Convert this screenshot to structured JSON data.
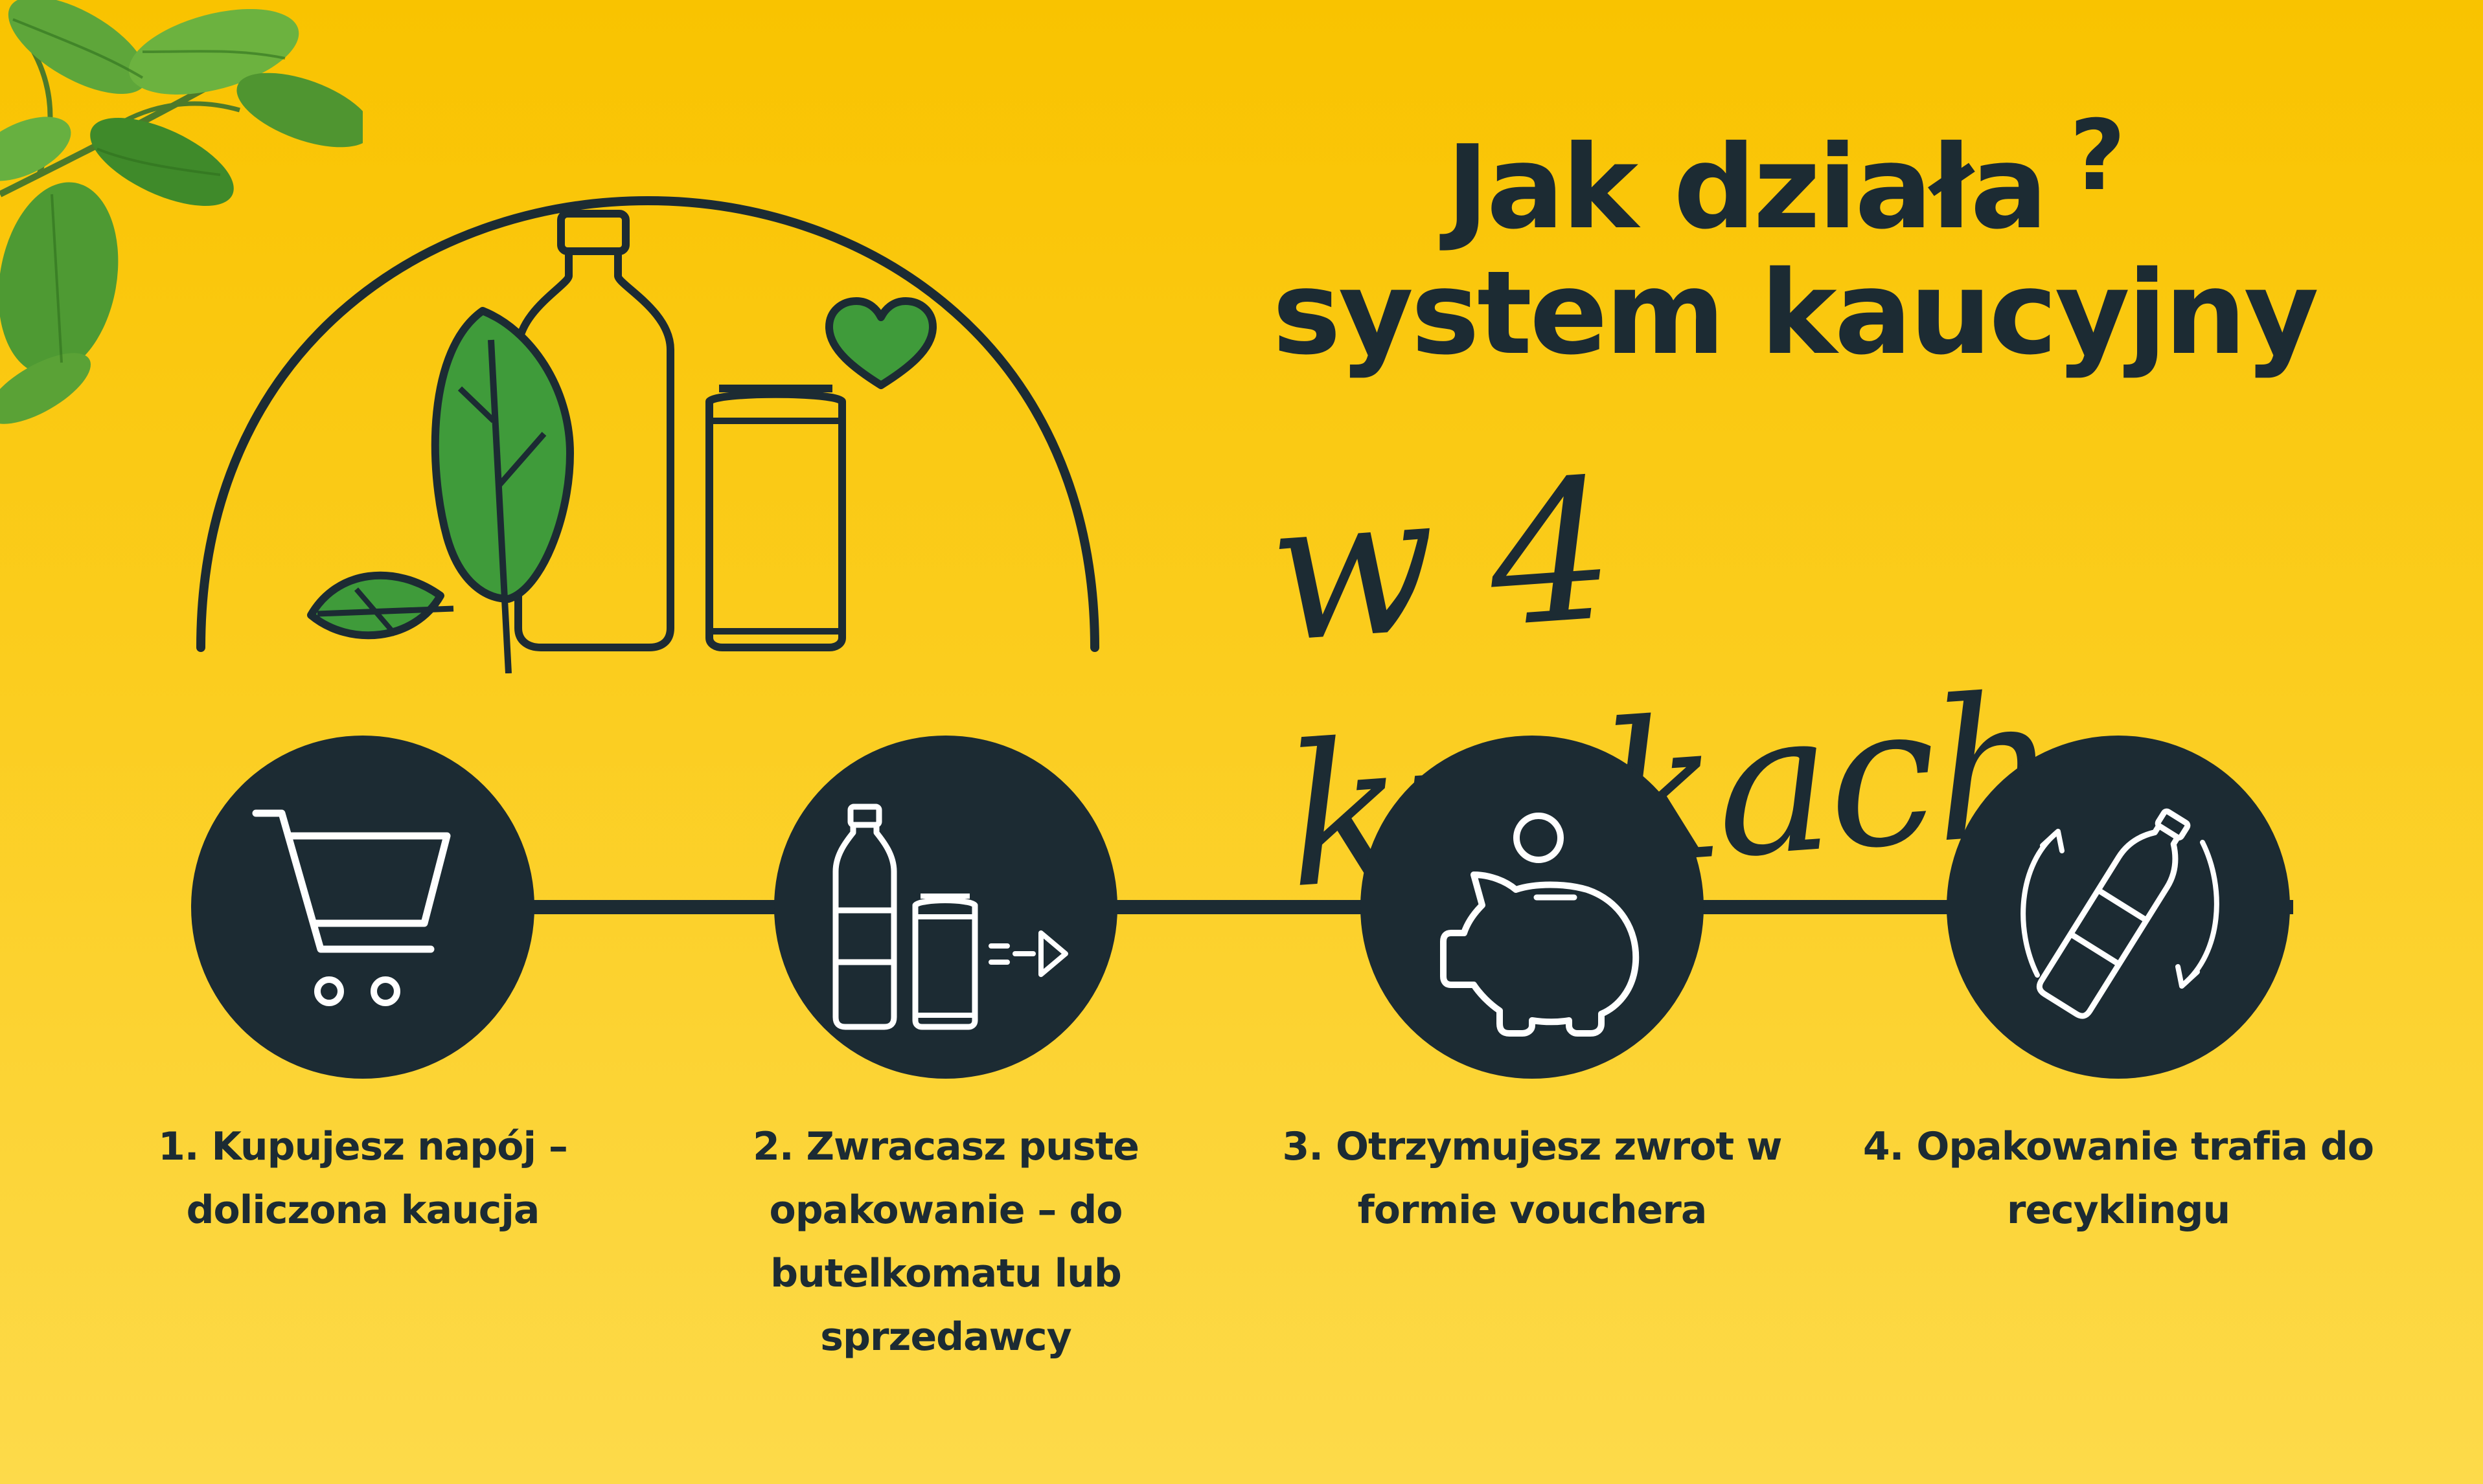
{
  "header": {
    "title_line1": "Jak działa",
    "title_mark": "?",
    "title_line2": "system kaucyjny",
    "title_script": "w 4 krokach"
  },
  "steps": [
    {
      "label": "1. Kupujesz napój – doliczona kaucja",
      "icon": "shopping-cart-icon"
    },
    {
      "label": "2. Zwracasz puste opakowanie – do butelkomatu lub sprzedawcy",
      "icon": "return-bottle-can-icon"
    },
    {
      "label": "3. Otrzymujesz zwrot w formie vouchera",
      "icon": "piggy-bank-icon"
    },
    {
      "label": "4. Opakowanie trafia do recyklingu",
      "icon": "recycle-bottle-icon"
    }
  ],
  "colors": {
    "background": "#f9c300",
    "dark": "#1c2b33",
    "green": "#3f9b3a",
    "white": "#ffffff"
  }
}
